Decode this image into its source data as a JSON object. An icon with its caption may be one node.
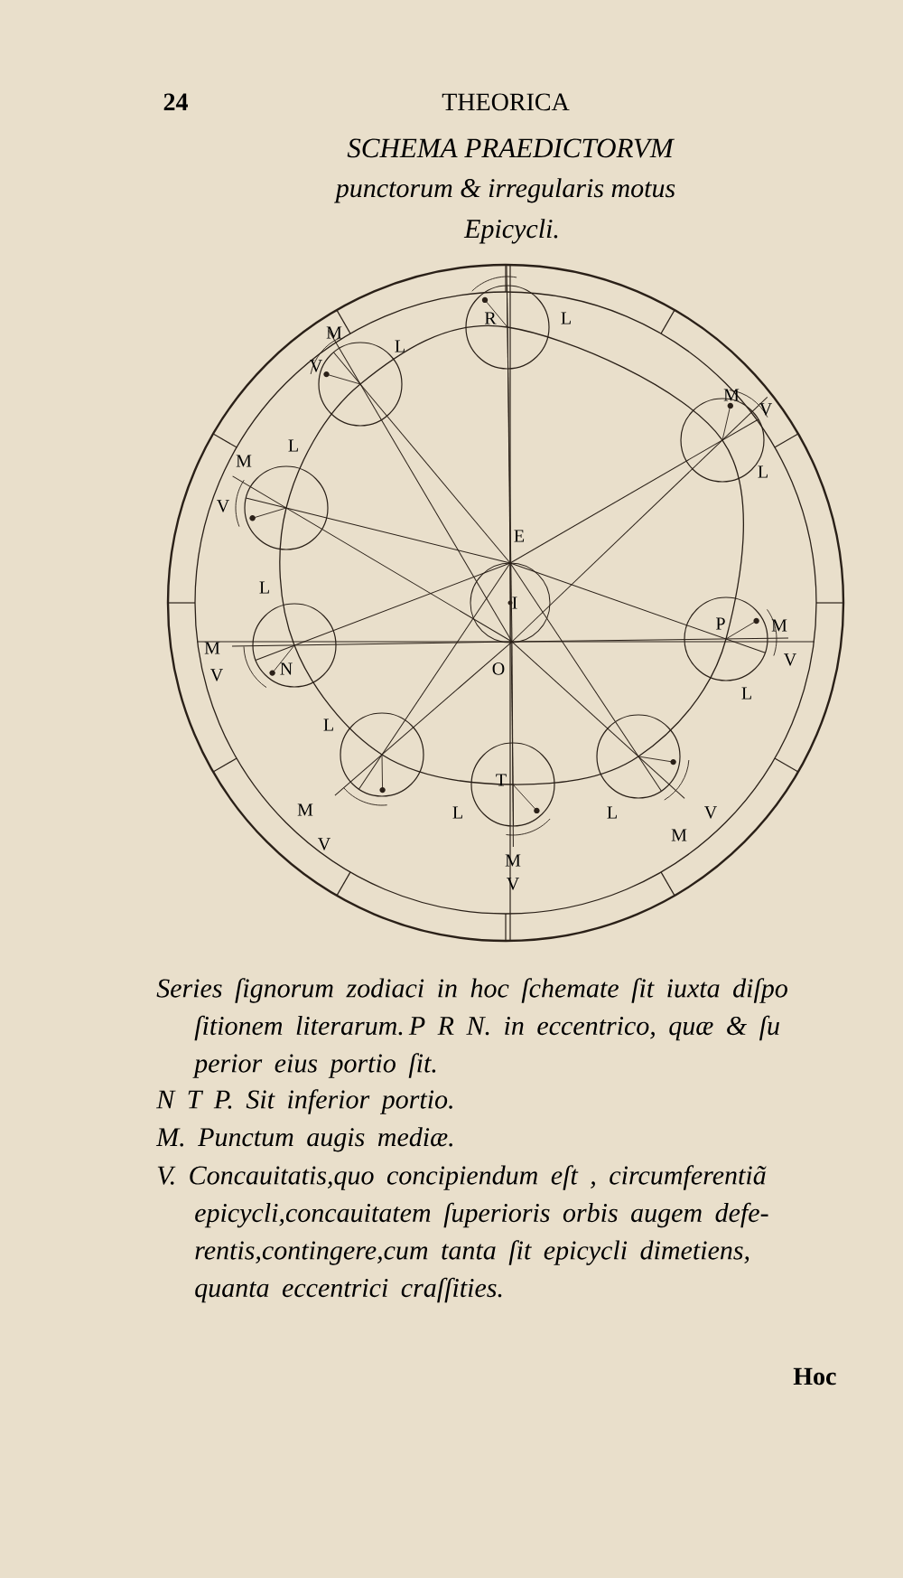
{
  "diagram": {
    "labels": [
      "24",
      "THEORICA",
      "SCHEMA PRAEDICTORVM",
      "punctorum & irregularis motus",
      "Epicycli.",
      "R",
      "L",
      "M",
      "L",
      "V",
      "M",
      "V",
      "L",
      "M",
      "L",
      "V",
      "E",
      "L",
      "I",
      "P",
      "M",
      "M",
      "V",
      "N",
      "O",
      "V",
      "L",
      "L",
      "T",
      "M",
      "L",
      "L",
      "V",
      "M",
      "V",
      "M",
      "V",
      "Series ſignorum zodiaci in hoc ſchemate ſit iuxta diſpo ſitionem literarum. P R N. in eccentrico, quæ & ſu perior eius portio ſit.",
      "N T P. Sit inferior portio.",
      "M. Punctum augis mediæ.",
      "V. Concauitatis,quo concipiendum eſt , circumferentiã epicycli,concauitatem ſuperioris orbis augem defe- rentis,contingere,cum tanta ſit epicycli dimetiens, quanta eccentrici craſſities.",
      "Hoc"
    ]
  }
}
